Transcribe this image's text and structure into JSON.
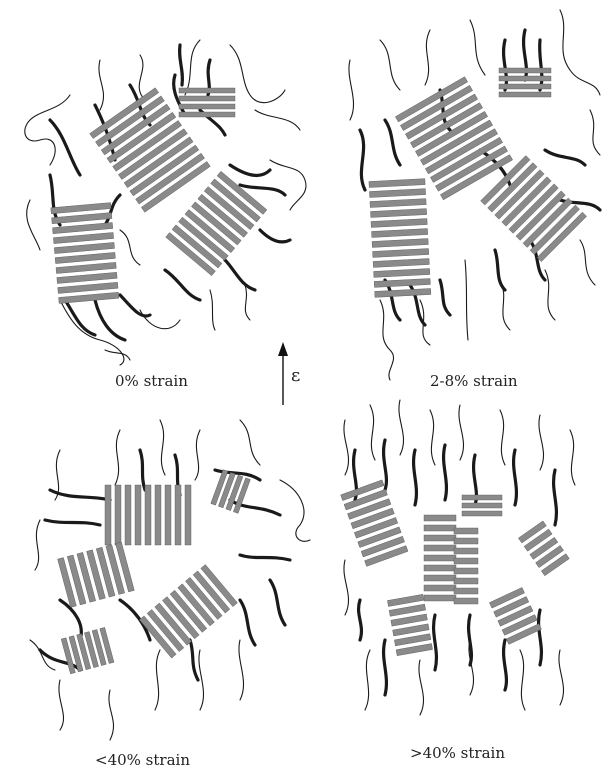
{
  "panels": [
    {
      "caption": "0% strain"
    },
    {
      "caption": "2-8% strain"
    },
    {
      "caption": "<40% strain"
    },
    {
      "caption": ">40% strain"
    }
  ],
  "axis": {
    "symbol": "ε"
  },
  "colors": {
    "lamella": "#8a8a8a",
    "chain": "#1a1a1a",
    "background": "#ffffff"
  }
}
